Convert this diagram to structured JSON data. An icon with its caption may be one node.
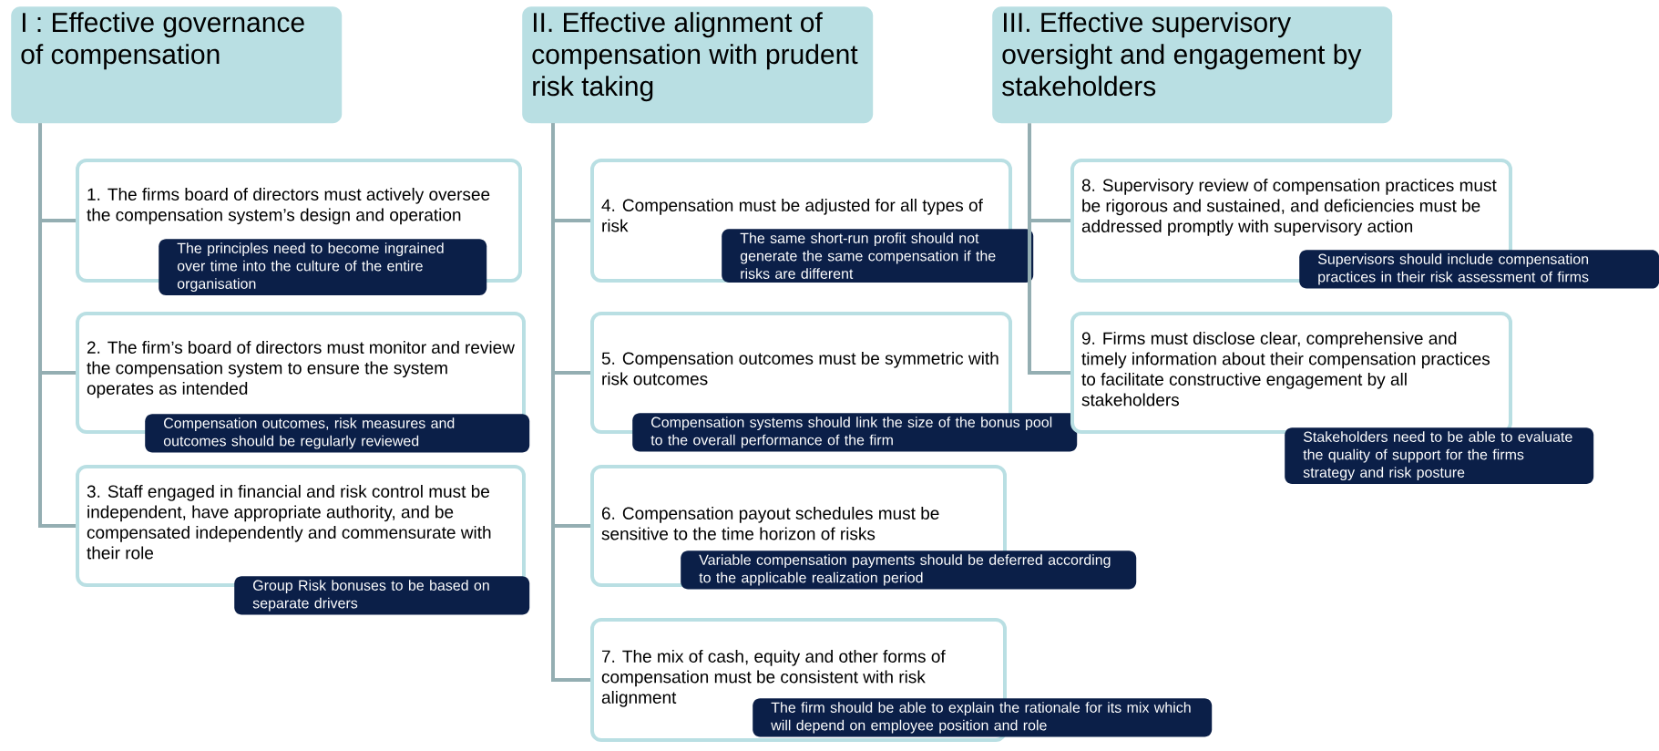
{
  "diagram": {
    "nodes": [
      {
        "text": [
          "I : Effective governance of compensation"
        ]
      },
      {
        "text": [
          "II. Effective alignment of compensation with prudent risk taking"
        ]
      },
      {
        "text": [
          "III. Effective supervisory oversight and engagement by stakeholders"
        ]
      },
      {
        "text": [
          "1. The firms board of directors must actively oversee the compensation system’s design and operation"
        ]
      },
      {
        "text": [
          "The principles need to become ingrained over time into the culture of the entire organisation"
        ]
      },
      {
        "text": [
          "2. The firm’s board of directors must monitor and review the compensation system to ensure the system operates as intended"
        ]
      },
      {
        "text": [
          "Compensation outcomes, risk measures and outcomes should be regularly reviewed"
        ]
      },
      {
        "text": [
          "3. Staff engaged in financial and risk control must be independent, have appropriate authority, and be compensated independently and commensurate with their role"
        ]
      },
      {
        "text": [
          "Group Risk bonuses to be based on separate drivers"
        ]
      },
      {
        "text": [
          "4. Compensation must be adjusted for all types of risk"
        ]
      },
      {
        "text": [
          "The same short-run profit should not generate the same compensation if the risks are different"
        ]
      },
      {
        "text": [
          "5. Compensation outcomes must be symmetric with risk outcomes"
        ]
      },
      {
        "text": [
          "Compensation systems should link the size of the bonus pool to the overall performance of the firm"
        ]
      },
      {
        "text": [
          "6. Compensation payout schedules must be sensitive to the time horizon of risks"
        ]
      },
      {
        "text": [
          "Variable compensation payments should be deferred according to the applicable realization period"
        ]
      },
      {
        "text": [
          "7. The mix of cash, equity and other forms of compensation must be consistent with risk alignment"
        ]
      },
      {
        "text": [
          "The firm should be able to explain the rationale for its mix which will depend on employee position and role"
        ]
      },
      {
        "text": [
          "8. Supervisory review of compensation practices must be rigorous and sustained, and deficiencies must be addressed promptly with supervisory action"
        ]
      },
      {
        "text": [
          "Supervisors should include compensation practices in their risk assessment of firms"
        ]
      },
      {
        "text": [
          "9. Firms must disclose clear, comprehensive and timely information about their compensation practices to facilitate constructive engagement by all stakeholders"
        ]
      },
      {
        "text": [
          "Stakeholders need to be able to evaluate the quality of support for the firms strategy and risk posture"
        ]
      }
    ],
    "edges": [
      {
        "from": 0,
        "to": 3,
        "arrow": "none"
      },
      {
        "from": 0,
        "to": 5,
        "arrow": "none"
      },
      {
        "from": 0,
        "to": 7,
        "arrow": "none"
      },
      {
        "from": 1,
        "to": 9,
        "arrow": "none"
      },
      {
        "from": 1,
        "to": 11,
        "arrow": "none"
      },
      {
        "from": 1,
        "to": 13,
        "arrow": "none"
      },
      {
        "from": 1,
        "to": 15,
        "arrow": "none"
      },
      {
        "from": 2,
        "to": 17,
        "arrow": "none"
      },
      {
        "from": 2,
        "to": 19,
        "arrow": "none"
      }
    ]
  }
}
